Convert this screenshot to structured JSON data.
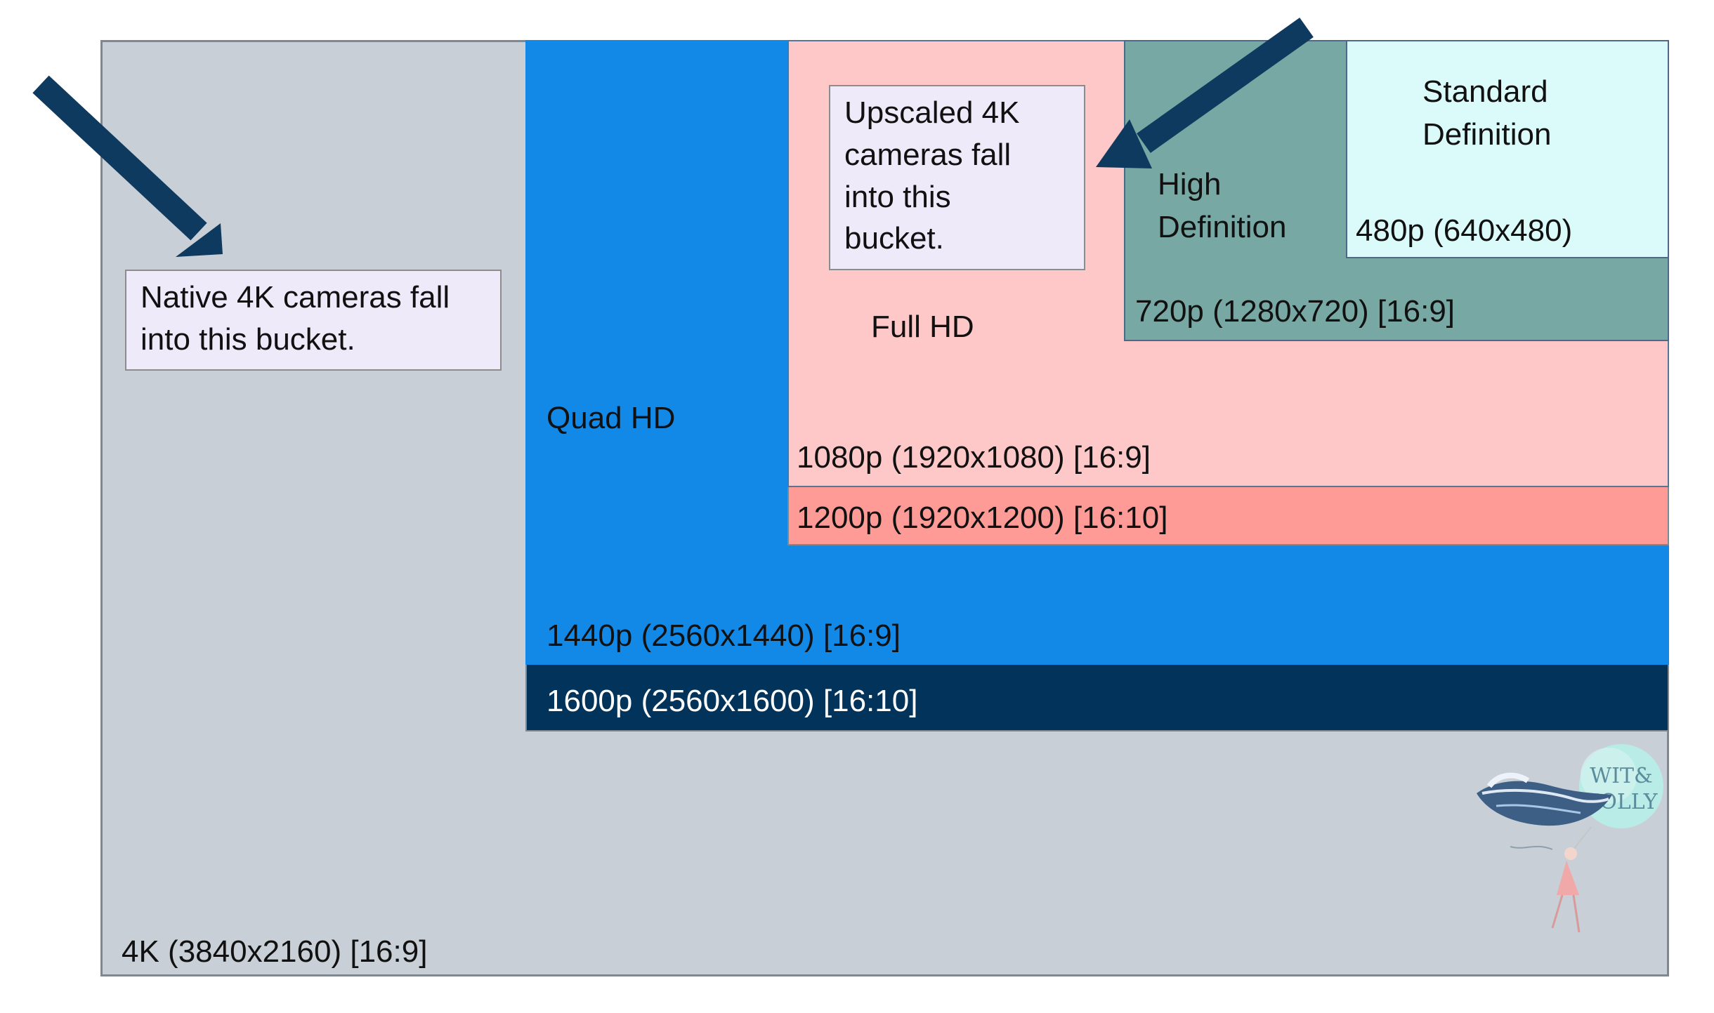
{
  "colors": {
    "background": "#ffffff",
    "res_4k": "#c8cfd7",
    "res_1600p": "#02335b",
    "res_1440p": "#1289e7",
    "res_1200p": "#fe9b96",
    "res_1080p": "#ffc8c8",
    "res_720p": "#78a8a4",
    "res_480p": "#dbfbfa",
    "callout_fill": "#eeeafa",
    "arrow": "#0d3a5e"
  },
  "resolutions": {
    "res_4k": {
      "label": "4K (3840x2160) [16:9]"
    },
    "res_1600p": {
      "label": "1600p (2560x1600) [16:10]"
    },
    "res_1440p": {
      "label": "1440p (2560x1440) [16:9]",
      "name": "Quad HD"
    },
    "res_1200p": {
      "label": "1200p (1920x1200) [16:10]"
    },
    "res_1080p": {
      "label": "1080p (1920x1080) [16:9]",
      "name": "Full HD"
    },
    "res_720p": {
      "label": "720p (1280x720) [16:9]",
      "name_lines": [
        "High",
        "Definition"
      ]
    },
    "res_480p": {
      "label": "480p (640x480)",
      "name_lines": [
        "Standard",
        "Definition"
      ]
    }
  },
  "callouts": {
    "native": {
      "lines": [
        "Native 4K cameras fall",
        "into this bucket."
      ]
    },
    "upscaled": {
      "lines": [
        "Upscaled 4K",
        "cameras fall",
        "into this",
        "bucket."
      ]
    }
  },
  "logo": {
    "icon": "wit-and-folly-logo",
    "text_lines": [
      "WIT&",
      "FOLLY"
    ]
  }
}
